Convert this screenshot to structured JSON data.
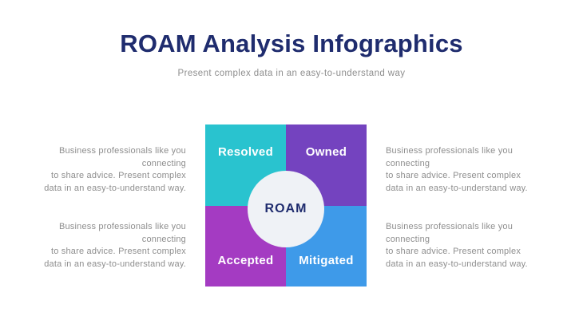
{
  "header": {
    "title": "ROAM Analysis Infographics",
    "subtitle": "Present complex data in an easy-to-understand way"
  },
  "diagram": {
    "center_label": "ROAM",
    "center_circle_color": "#EFF2F6",
    "center_text_color": "#1F2C6E",
    "quadrant_label_text_color": "#FFFFFF",
    "quadrants": [
      {
        "position": "top-left",
        "label": "Resolved",
        "color": "#29C3CF"
      },
      {
        "position": "top-right",
        "label": "Owned",
        "color": "#7443BF"
      },
      {
        "position": "bottom-left",
        "label": "Accepted",
        "color": "#A43BC2"
      },
      {
        "position": "bottom-right",
        "label": "Mitigated",
        "color": "#3E9AE9"
      }
    ]
  },
  "side_texts": {
    "left_top": "Business professionals like you connecting\nto share advice. Present complex\ndata in an easy-to-understand way.",
    "left_bottom": "Business professionals like you connecting\nto share advice. Present complex\ndata in an easy-to-understand way.",
    "right_top": "Business professionals like you connecting\nto share advice. Present complex\ndata in an easy-to-understand way.",
    "right_bottom": "Business professionals like you connecting\nto share advice. Present complex\ndata in an easy-to-understand way."
  },
  "colors": {
    "title_navy": "#1F2C6E",
    "body_gray": "#8E8E8E",
    "background": "#FFFFFF"
  }
}
